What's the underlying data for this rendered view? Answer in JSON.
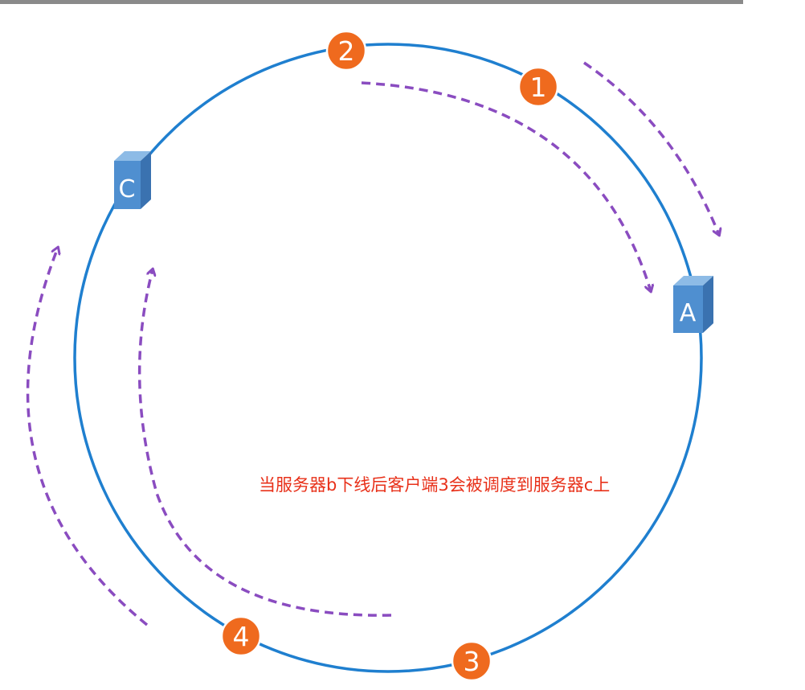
{
  "clients": [
    {
      "id": "client-1",
      "label": "1"
    },
    {
      "id": "client-2",
      "label": "2"
    },
    {
      "id": "client-3",
      "label": "3"
    },
    {
      "id": "client-4",
      "label": "4"
    }
  ],
  "servers": [
    {
      "id": "server-a",
      "label": "A"
    },
    {
      "id": "server-c",
      "label": "C"
    }
  ],
  "caption": "当服务器b下线后客户端3会被调度到服务器c上",
  "colors": {
    "ring": "#1f7fcf",
    "client_fill": "#ef6a1e",
    "client_stroke": "#ffffff",
    "server_front": "#4f8fd0",
    "server_side": "#3a72b0",
    "server_top": "#8dbbe6",
    "arrow": "#8a4cc0",
    "caption": "#e8311a"
  }
}
